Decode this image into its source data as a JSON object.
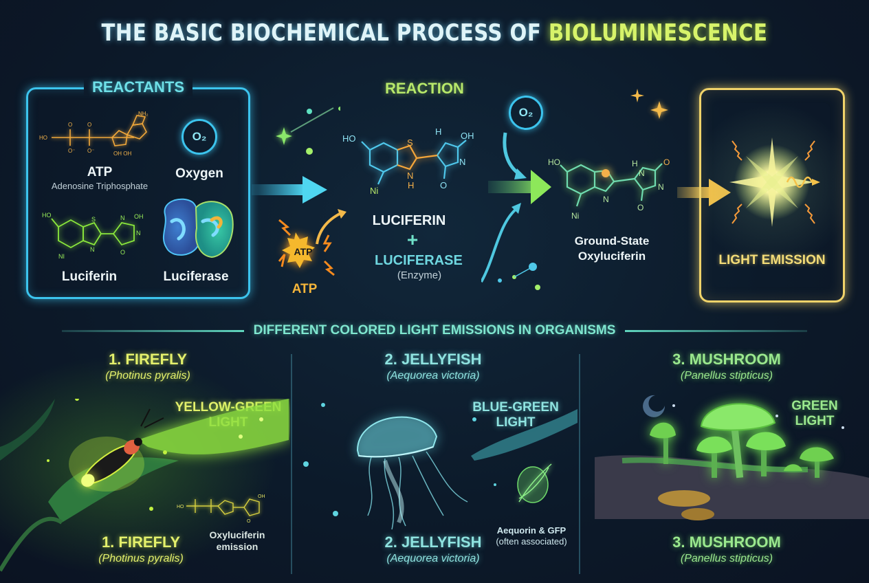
{
  "title": {
    "main": "THE BASIC BIOCHEMICAL PROCESS OF ",
    "highlight": "BIOLUMINESCENCE"
  },
  "reactants": {
    "heading": "REACTANTS",
    "items": [
      {
        "label": "ATP",
        "sublabel": "Adenosine Triphosphate",
        "icon": "atp-molecule-icon"
      },
      {
        "label": "Oxygen",
        "symbol": "O₂",
        "icon": "oxygen-circle-icon"
      },
      {
        "label": "Luciferin",
        "icon": "luciferin-molecule-icon"
      },
      {
        "label": "Luciferase",
        "icon": "protein-structure-icon"
      }
    ]
  },
  "reaction": {
    "heading": "REACTION",
    "substrate": "LUCIFERIN",
    "plus": "+",
    "enzyme": "LUCIFERASE",
    "enzyme_note": "(Enzyme)",
    "atp_burst": "ATP",
    "atp_label": "ATP",
    "oxygen_symbol": "O₂",
    "molecule_atoms": {
      "ho": "HO",
      "oh": "OH",
      "s": "S",
      "n": "N",
      "h": "H",
      "o": "O",
      "ni": "Ni"
    }
  },
  "product": {
    "label_line1": "Ground-State",
    "label_line2": "Oxyluciferin"
  },
  "emission": {
    "label": "LIGHT EMISSION"
  },
  "organisms_section": {
    "heading": "DIFFERENT COLORED LIGHT EMISSIONS IN ORGANISMS",
    "organisms": [
      {
        "name": "1. FIREFLY",
        "scientific": "(Photinus pyralis)",
        "light_line1": "YELLOW-GREEN",
        "light_line2": "LIGHT",
        "note_line1": "Oxyluciferin",
        "note_line2": "emission",
        "name_bottom": "1. FIREFLY",
        "scientific_bottom": "(Photinus pyralis)",
        "color": "#e4f06c"
      },
      {
        "name": "2. JELLYFISH",
        "scientific": "(Aequorea victoria)",
        "light_line1": "BLUE-GREEN",
        "light_line2": "LIGHT",
        "note_line1": "Aequorin & GFP",
        "note_line2": "(often associated)",
        "name_bottom": "2. JELLYFISH",
        "scientific_bottom": "(Aequorea victoria)",
        "color": "#8fe3e0"
      },
      {
        "name": "3. MUSHROOM",
        "scientific": "(Panellus stipticus)",
        "light_line1": "GREEN",
        "light_line2": "LIGHT",
        "name_bottom": "3. MUSHROOM",
        "scientific_bottom": "(Panellus stipticus)",
        "color": "#9be88e"
      }
    ]
  },
  "colors": {
    "background": "#0c1a2a",
    "reactant_border": "#3cc4ee",
    "emission_border": "#f0d36a",
    "highlight": "#d7f36a",
    "atp_orange": "#f5a623"
  }
}
